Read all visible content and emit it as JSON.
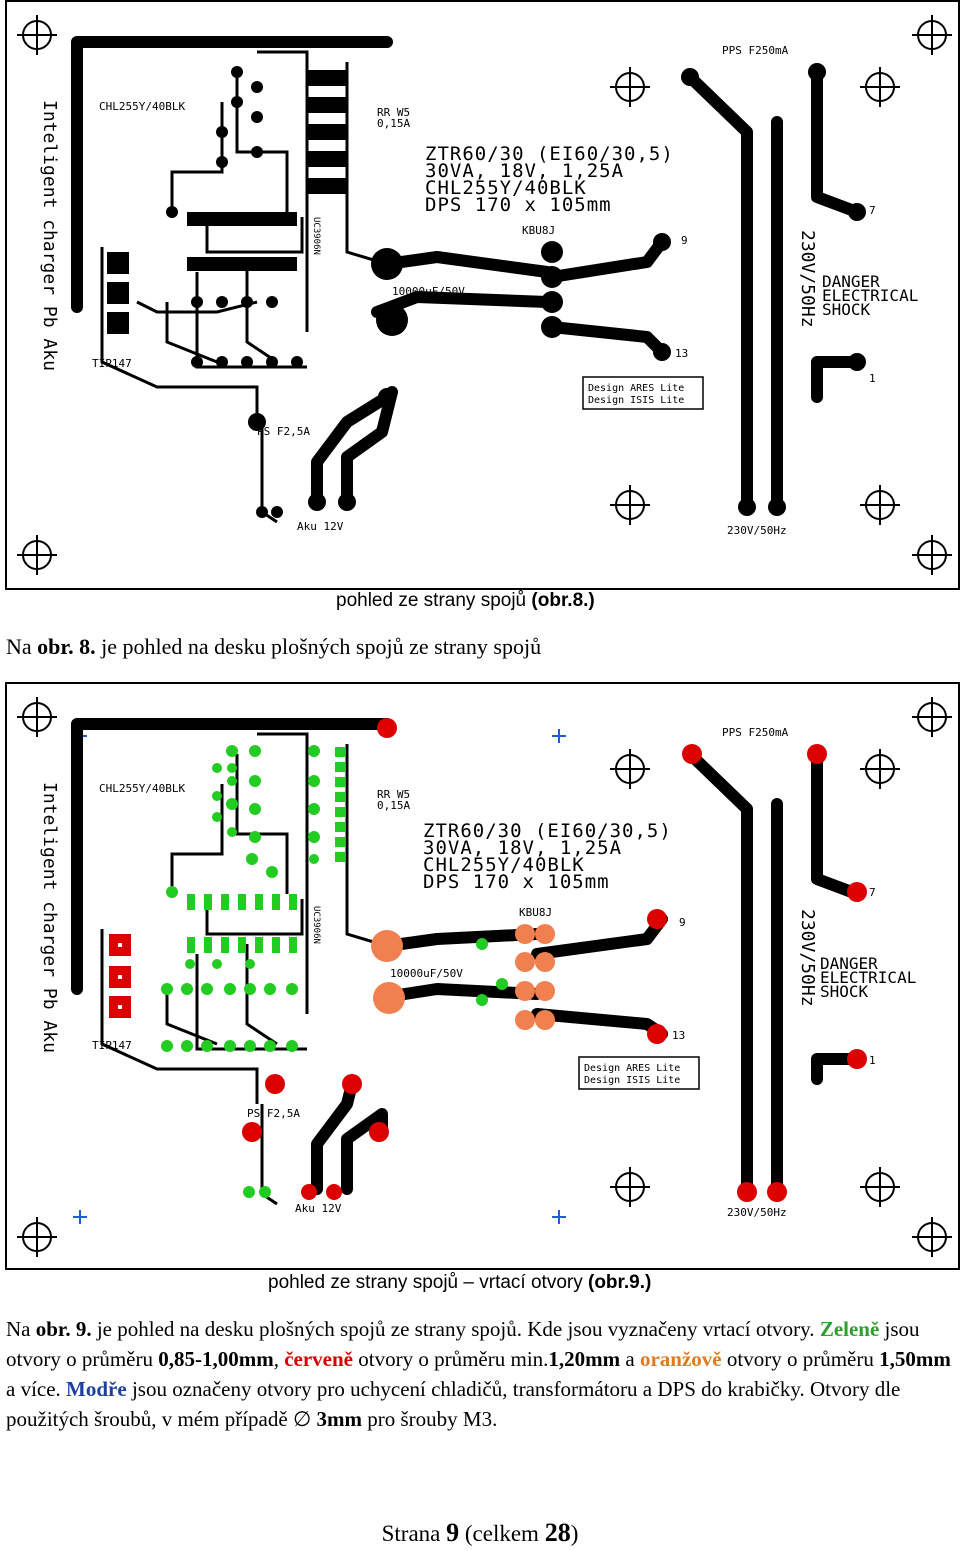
{
  "figure1": {
    "caption_text": "pohled ze strany spojů ",
    "caption_ref": "(obr.8.)",
    "labels": {
      "title_vertical": "Inteligent charger Pb Aku",
      "chl_top": "CHL255Y/40BLK",
      "rr": "RR W5",
      "rr_val": "0,15A",
      "ztr1": "ZTR60/30 (EI60/30,5)",
      "ztr2": "30VA, 18V, 1,25A",
      "ztr3": "CHL255Y/40BLK",
      "ztr4": "DPS 170 x 105mm",
      "kbu": "KBU8J",
      "cap": "10000uF/50V",
      "ic": "UC3906N",
      "tip": "TIP147",
      "pps": "PPS F250mA",
      "ps": "PS F2,5A",
      "aku": "Aku 12V",
      "mains_vertical": "230V/50Hz",
      "mains_bottom": "230V/50Hz",
      "danger1": "DANGER",
      "danger2": "ELECTRICAL",
      "danger3": "SHOCK",
      "design1": "Design ARES Lite",
      "design2": "Design ISIS Lite",
      "pin7": "7",
      "pin9": "9",
      "pin13": "13",
      "pin1": "1"
    }
  },
  "text1": {
    "prefix": "Na ",
    "ref": "obr. 8.",
    "rest": " je pohled na desku plošných spojů ze strany spojů"
  },
  "figure2": {
    "caption_text": "pohled ze strany spojů – vrtací otvory ",
    "caption_ref": "(obr.9.)"
  },
  "text2": {
    "prefix": "Na ",
    "ref": "obr. 9.",
    "t1": " je pohled na desku plošných spojů ze strany spojů. Kde jsou vyznačeny vrtací otvory. ",
    "green_word": "Zeleně",
    "t2": " jsou otvory o průměru ",
    "green_size": "0,85-1,00mm",
    "t3": ", ",
    "red_word": "červeně",
    "t4": " otvory o průměru min.",
    "red_size": "1,20mm",
    "t5": " a ",
    "orange_word": "oranžově",
    "t6": " otvory o průměru ",
    "orange_size": "1,50mm",
    "t7": " a více. ",
    "blue_word": "Modře",
    "t8": " jsou označeny otvory pro uchycení chladičů, transformátoru a DPS do krabičky. Otvory dle použitých šroubů, v mém případě ",
    "diameter_symbol": "∅",
    "t9": " ",
    "screw_size": "3mm",
    "t10": " pro šrouby M3."
  },
  "footer": {
    "page_word": "Strana ",
    "page_num": "9",
    "total_open": " (celkem ",
    "total_num": "28",
    "total_close": ")"
  },
  "colors": {
    "green_hole": "#22cc22",
    "red_hole": "#dd0000",
    "orange_hole": "#f08050",
    "blue_mark": "#1d5fd0",
    "track": "#000000"
  }
}
